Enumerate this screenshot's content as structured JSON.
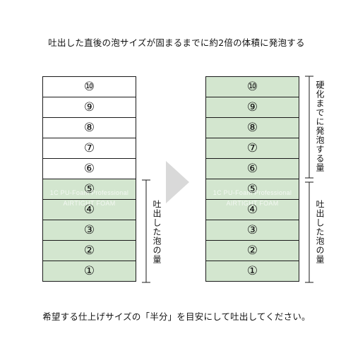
{
  "top_caption": "吐出した直後の泡サイズが固まるまでに約2倍の体積に発泡する",
  "bottom_caption": "希望する仕上げサイズの「半分」を目安にして吐出してください。",
  "watermark": {
    "line1": "1C PU-Foam Professional",
    "line2": "AIRTIGHT FOAM"
  },
  "left_stack": {
    "cells": [
      {
        "label": "⑩",
        "state": "empty"
      },
      {
        "label": "⑨",
        "state": "empty"
      },
      {
        "label": "⑧",
        "state": "empty"
      },
      {
        "label": "⑦",
        "state": "empty"
      },
      {
        "label": "⑥",
        "state": "empty"
      },
      {
        "label": "⑤",
        "state": "filled"
      },
      {
        "label": "④",
        "state": "filled"
      },
      {
        "label": "③",
        "state": "filled"
      },
      {
        "label": "②",
        "state": "filled"
      },
      {
        "label": "①",
        "state": "filled"
      }
    ],
    "bracket_label": "吐出した泡の量"
  },
  "right_stack": {
    "cells": [
      {
        "label": "⑩",
        "state": "filled"
      },
      {
        "label": "⑨",
        "state": "filled"
      },
      {
        "label": "⑧",
        "state": "filled"
      },
      {
        "label": "⑦",
        "state": "filled"
      },
      {
        "label": "⑥",
        "state": "filled"
      },
      {
        "label": "⑤",
        "state": "filled"
      },
      {
        "label": "④",
        "state": "filled"
      },
      {
        "label": "③",
        "state": "filled"
      },
      {
        "label": "②",
        "state": "filled"
      },
      {
        "label": "①",
        "state": "filled"
      }
    ],
    "upper_bracket_label": "硬化までに発泡する量",
    "lower_bracket_label": "吐出した泡の量"
  },
  "colors": {
    "filled": "#d3e6cf",
    "empty": "#ffffff",
    "arrow": "#d9d9d9",
    "border": "#1a1a1a"
  }
}
